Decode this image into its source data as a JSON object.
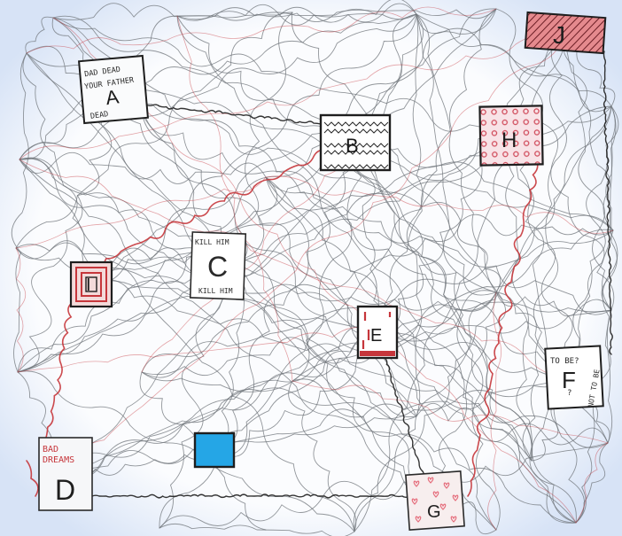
{
  "colors": {
    "paper": "#fbfcfe",
    "vignette": "#dbe6f7",
    "ink": "#1e1e1e",
    "thread_gray": "#6f747a",
    "thread_red": "#c6363b",
    "dot_blue": "#25a6e6",
    "i_fill": "#f3dada",
    "j_fill": "#e58a8e",
    "h_fill": "#f8e3e7",
    "g_fill": "#f7eeee",
    "pink": "#e56b7a"
  },
  "nodes": {
    "A": {
      "letter": "A",
      "scrawl": [
        "DAD DEAD",
        "YOUR FATHER",
        "DEAD"
      ]
    },
    "B": {
      "letter": "B",
      "pattern": "zigzag"
    },
    "C": {
      "letter": "C",
      "scrawl": [
        "KILL HIM",
        "KILL HIM"
      ]
    },
    "D": {
      "letter": "D",
      "scrawl": [
        "BAD",
        "DREAMS"
      ]
    },
    "E": {
      "letter": "E",
      "pattern": "red-drips"
    },
    "F": {
      "letter": "F",
      "scrawl": [
        "TO BE?",
        "?",
        "NOT TO BE"
      ]
    },
    "G": {
      "letter": "G",
      "pattern": "hearts"
    },
    "H": {
      "letter": "H",
      "pattern": "red-dots"
    },
    "I": {
      "letter": "I",
      "pattern": "concentric-red-squares"
    },
    "J": {
      "letter": "J",
      "pattern": "red-hatched"
    }
  },
  "blue_square": {
    "color_name": "blue",
    "label": ""
  }
}
